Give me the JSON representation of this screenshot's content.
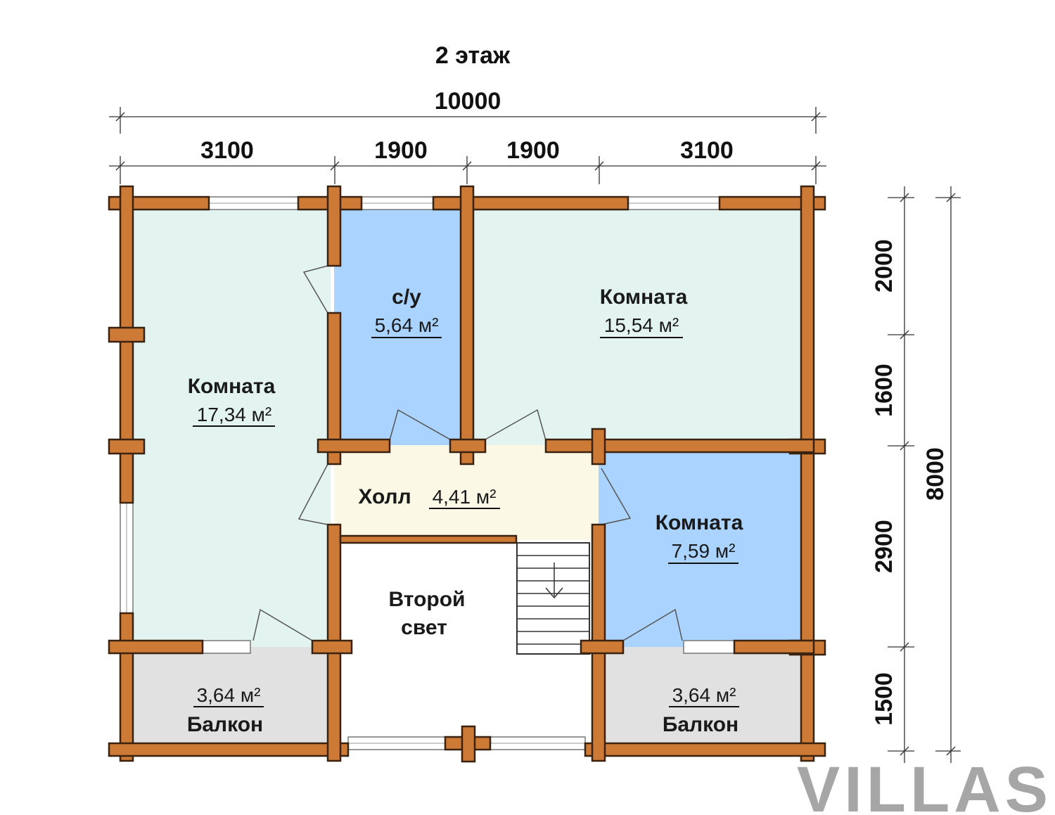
{
  "title": "2 этаж",
  "dimensions": {
    "total_width": "10000",
    "top": [
      "3100",
      "1900",
      "1900",
      "3100"
    ],
    "right": [
      "2000",
      "1600",
      "2900",
      "1500"
    ],
    "total_height": "8000"
  },
  "rooms": {
    "left_room": {
      "name": "Комната",
      "area": "17,34 м²"
    },
    "bathroom": {
      "name": "с/у",
      "area": "5,64 м²"
    },
    "right_room": {
      "name": "Комната",
      "area": "15,54 м²"
    },
    "hall": {
      "name": "Холл",
      "area": "4,41 м²"
    },
    "small_room": {
      "name": "Комната",
      "area": "7,59 м²"
    },
    "second_light": {
      "line1": "Второй",
      "line2": "свет"
    },
    "balcony_left": {
      "area": "3,64 м²",
      "name": "Балкон"
    },
    "balcony_right": {
      "area": "3,64 м²",
      "name": "Балкон"
    }
  },
  "watermark": "VILLAS",
  "colors": {
    "wall": "#cd7a36",
    "room_light": "#e3f4f0",
    "room_blue": "#aad3ff",
    "hall": "#fbf8e6",
    "balcony": "#e1e1e1"
  }
}
